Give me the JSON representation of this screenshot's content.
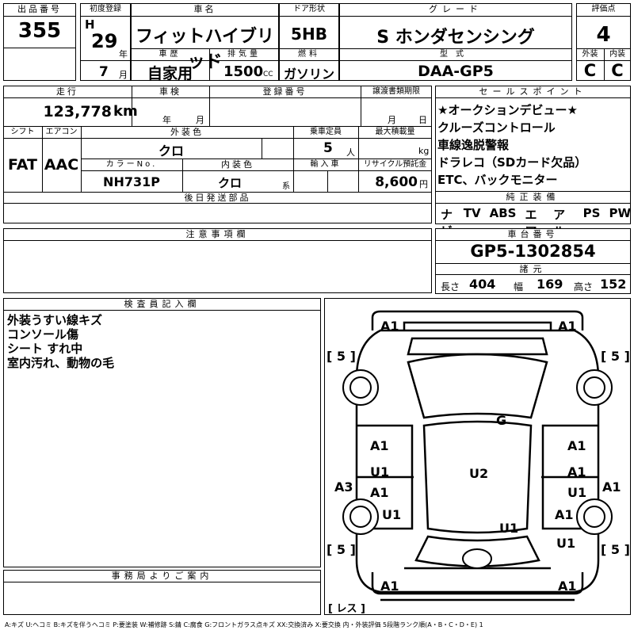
{
  "header": {
    "lot_no_label": "出品番号",
    "lot_no": "355",
    "first_reg_label": "初度登録",
    "era": "H",
    "year": "29",
    "year_unit": "年",
    "month": "7",
    "month_unit": "月",
    "car_name_label": "車名",
    "car_name": "フィットハイブリッド",
    "history_label": "車歴",
    "history": "自家用",
    "displacement_label": "排気量",
    "displacement": "1500",
    "displacement_unit": "CC",
    "door_label": "ドア形状",
    "door": "5HB",
    "fuel_label": "燃料",
    "fuel": "ガソリン",
    "grade_label": "グレード",
    "grade": "S ホンダセンシング",
    "model_label": "型式",
    "model": "DAA-GP5",
    "score_label": "評価点",
    "score": "4",
    "exterior_label": "外装",
    "exterior": "C",
    "interior_label": "内装",
    "interior": "C"
  },
  "row2": {
    "mileage_label": "走行",
    "mileage": "123,778",
    "mileage_unit": "km",
    "inspection_label": "車検",
    "insp_year_unit": "年",
    "insp_month_unit": "月",
    "reg_no_label": "登録番号",
    "transfer_label": "譲渡書類期限",
    "transfer_month": "月",
    "transfer_day": "日",
    "shift_label": "シフト",
    "shift": "FAT",
    "ac_label": "エアコン",
    "ac": "AAC",
    "ext_color_label": "外装色",
    "ext_color": "クロ",
    "capacity_label": "乗車定員",
    "capacity": "5",
    "capacity_unit": "人",
    "max_load_label": "最大積載量",
    "max_load_unit": "kg",
    "color_no_label": "カラーNo.",
    "color_no": "NH731P",
    "int_color_label": "内装色",
    "int_color": "クロ",
    "int_color_suffix": "系",
    "import_label": "輸入車",
    "recycle_label": "リサイクル預託金",
    "recycle": "8,600",
    "recycle_unit": "円",
    "later_parts_label": "後日発送部品"
  },
  "sales_points": {
    "label": "セールスポイント",
    "items": [
      "★オークションデビュー★",
      "クルーズコントロール",
      "車線逸脱警報",
      "ドラレコ（SDカード欠品）",
      "ETC、バックモニター"
    ]
  },
  "equipment": {
    "label": "純正装備",
    "items": [
      "ナビ",
      "TV",
      "ABS",
      "エアB",
      "アルミ",
      "PS",
      "PW"
    ]
  },
  "notes": {
    "label": "注意事項欄"
  },
  "chassis": {
    "label": "車台番号",
    "value": "GP5-1302854",
    "specs_label": "諸元",
    "length_label": "長さ",
    "length": "404",
    "width_label": "幅",
    "width": "169",
    "height_label": "高さ",
    "height": "152"
  },
  "inspector": {
    "label": "検査員記入欄",
    "lines": [
      "外装うすい線キズ",
      "コンソール傷",
      "シート すれ中",
      "室内汚れ、動物の毛"
    ]
  },
  "office": {
    "label": "事務局よりご案内"
  },
  "diagram": {
    "marks": {
      "front_left": "A1",
      "front_right": "A1",
      "tire_fl": "[ 5 ]",
      "tire_fr": "[ 5 ]",
      "tire_rl": "[ 5 ]",
      "tire_rr": "[ 5 ]",
      "glass": "G",
      "left_fender": "A1",
      "right_fender": "A1",
      "left_door_u": "U1",
      "left_door_a": "A1",
      "right_door_a1": "A1",
      "right_door_u": "U1",
      "left_side": "A3",
      "right_side": "A1",
      "roof": "U2",
      "left_rear_door": "U1",
      "right_rear_door": "A1",
      "rear_u": "U1",
      "right_quarter": "U1",
      "rear_left": "A1",
      "rear_right": "A1",
      "spare": "[ レス ]"
    }
  },
  "legend": "A:キズ U:ヘコミ B:キズを伴うヘコミ P:要塗装 W:補修跡 S:錆 C:腐食 G:フロントガラス点キズ XX:交換済み X:要交換 内・外装評価 5段階ランク順(A・B・C・D・E) 1"
}
